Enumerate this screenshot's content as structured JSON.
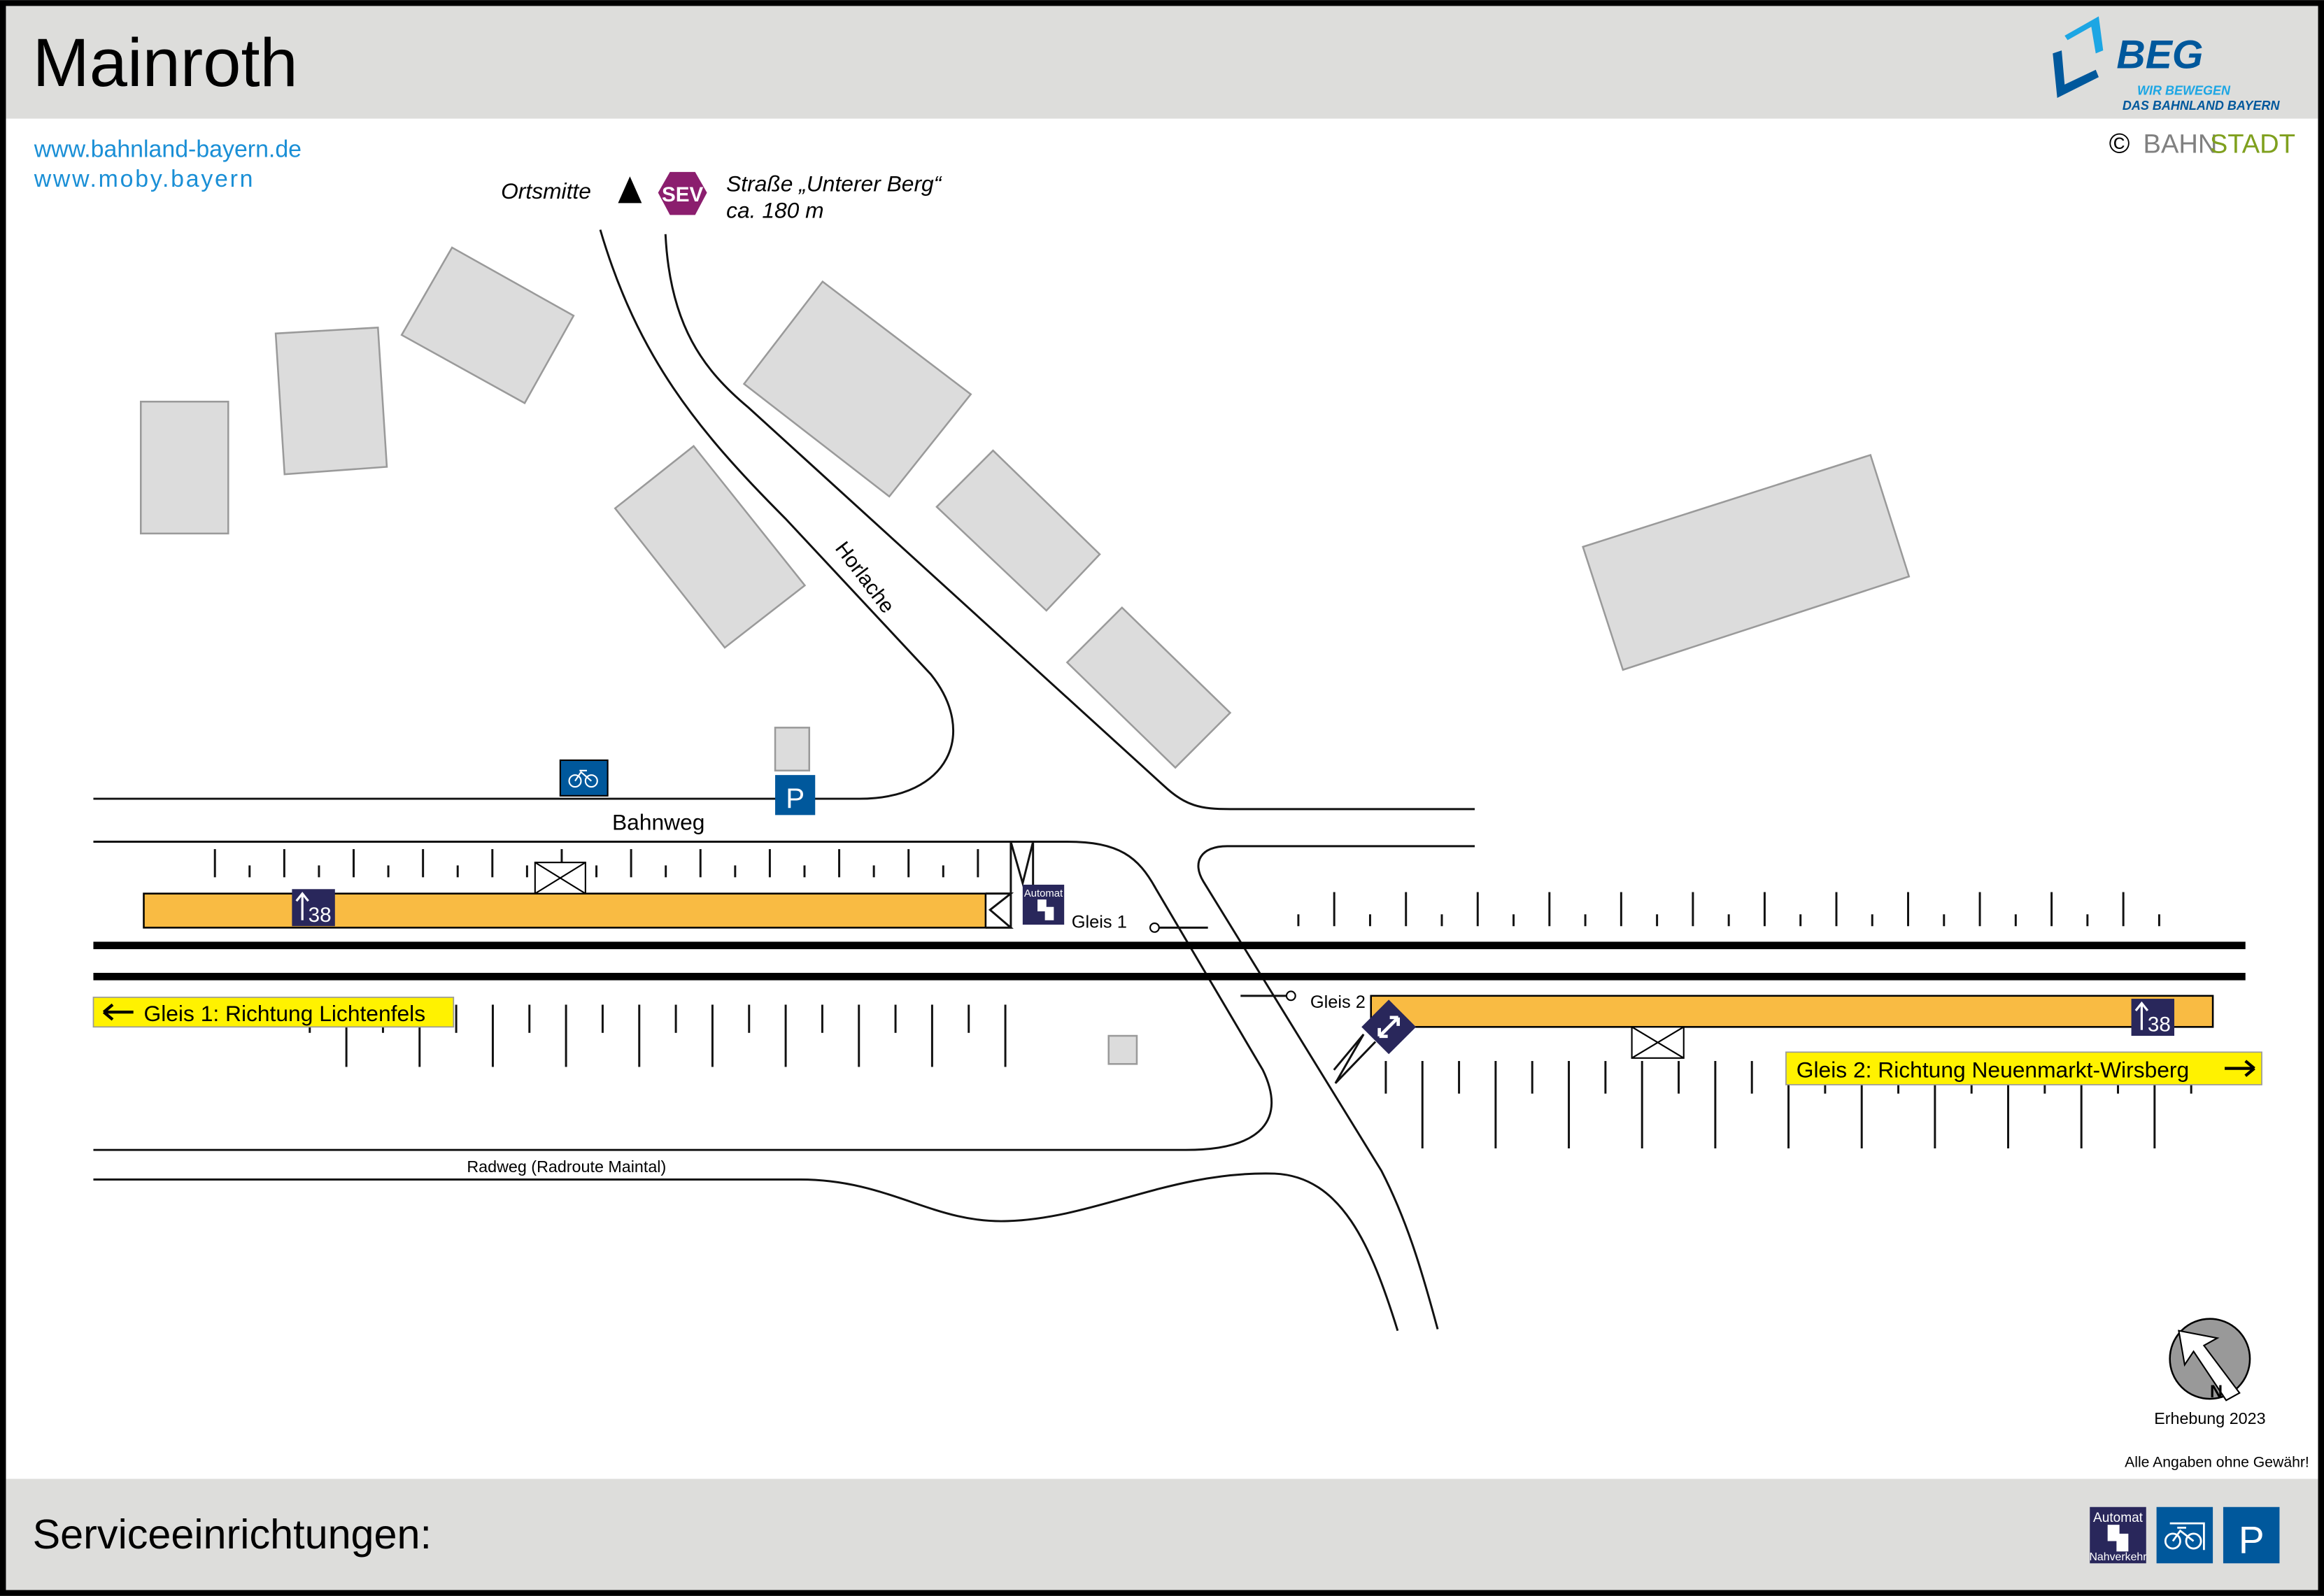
{
  "header": {
    "title": "Mainroth"
  },
  "links": [
    "www.bahnland-bayern.de",
    "www.moby.bayern"
  ],
  "logo": {
    "name": "BEG",
    "tagline1": "WIR BEWEGEN",
    "tagline2": "DAS BAHNLAND BAYERN",
    "copyright": "©",
    "brand_a": "BAHN",
    "brand_b": "STADT"
  },
  "sev": {
    "ortsmitte": "Ortsmitte",
    "badge": "SEV",
    "street": "Straße „Unterer Berg“",
    "distance": "ca. 180 m"
  },
  "streets": {
    "horlache": "Horlache",
    "bahnweg": "Bahnweg",
    "radweg": "Radweg (Radroute Maintal)"
  },
  "platforms": {
    "gleis1": "Gleis 1",
    "gleis2": "Gleis 2",
    "gleis1_direction": "Gleis 1: Richtung Lichtenfels",
    "gleis2_direction": "Gleis 2: Richtung Neuenmarkt-Wirsberg",
    "exit_number": "38"
  },
  "icons": {
    "automat_top": "Automat",
    "automat_bottom": "Nahverkehr",
    "parking": "P"
  },
  "footer": {
    "title": "Serviceeinrichtungen:",
    "survey": "Erhebung 2023",
    "disclaimer": "Alle Angaben ohne Gewähr!",
    "compass": "N"
  },
  "colors": {
    "platform": "#f9bb43",
    "sign": "#fff200",
    "blue": "#00589c",
    "navy": "#29275b",
    "sev": "#8b1e6e",
    "link": "#1a8fd6"
  }
}
